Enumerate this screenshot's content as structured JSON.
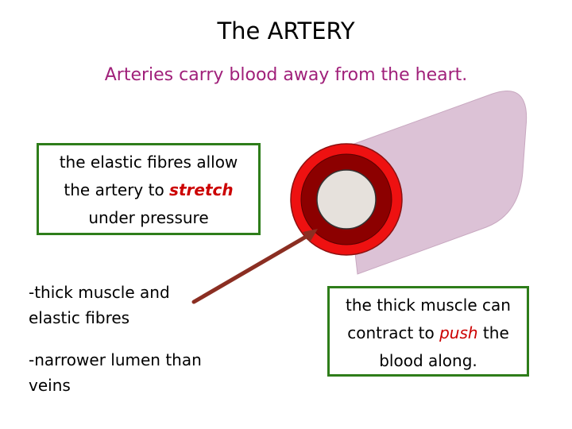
{
  "title": "The ARTERY",
  "subtitle": "Arteries carry blood away from the heart.",
  "colors": {
    "subtitle": "#a0207a",
    "vessel_body": "#dcc2d6",
    "outer_layer": "#ee1111",
    "muscle_layer": "#8c0000",
    "lumen": "#e6e1dc",
    "arrow": "#8b2e22",
    "box_border": "#2e7d1a",
    "emphasis": "#cc0000"
  },
  "stretch_box": {
    "line1": "the elastic fibres allow",
    "line2_prefix": "the artery to ",
    "line2_emphasis": "stretch",
    "line3": "under pressure"
  },
  "push_box": {
    "line1": "the thick muscle can",
    "line2_prefix": "contract to ",
    "line2_emphasis": "push",
    "line2_suffix": " the",
    "line3": "blood along."
  },
  "notes": {
    "muscle": "-thick muscle and elastic fibres",
    "lumen": "-narrower lumen than veins"
  }
}
